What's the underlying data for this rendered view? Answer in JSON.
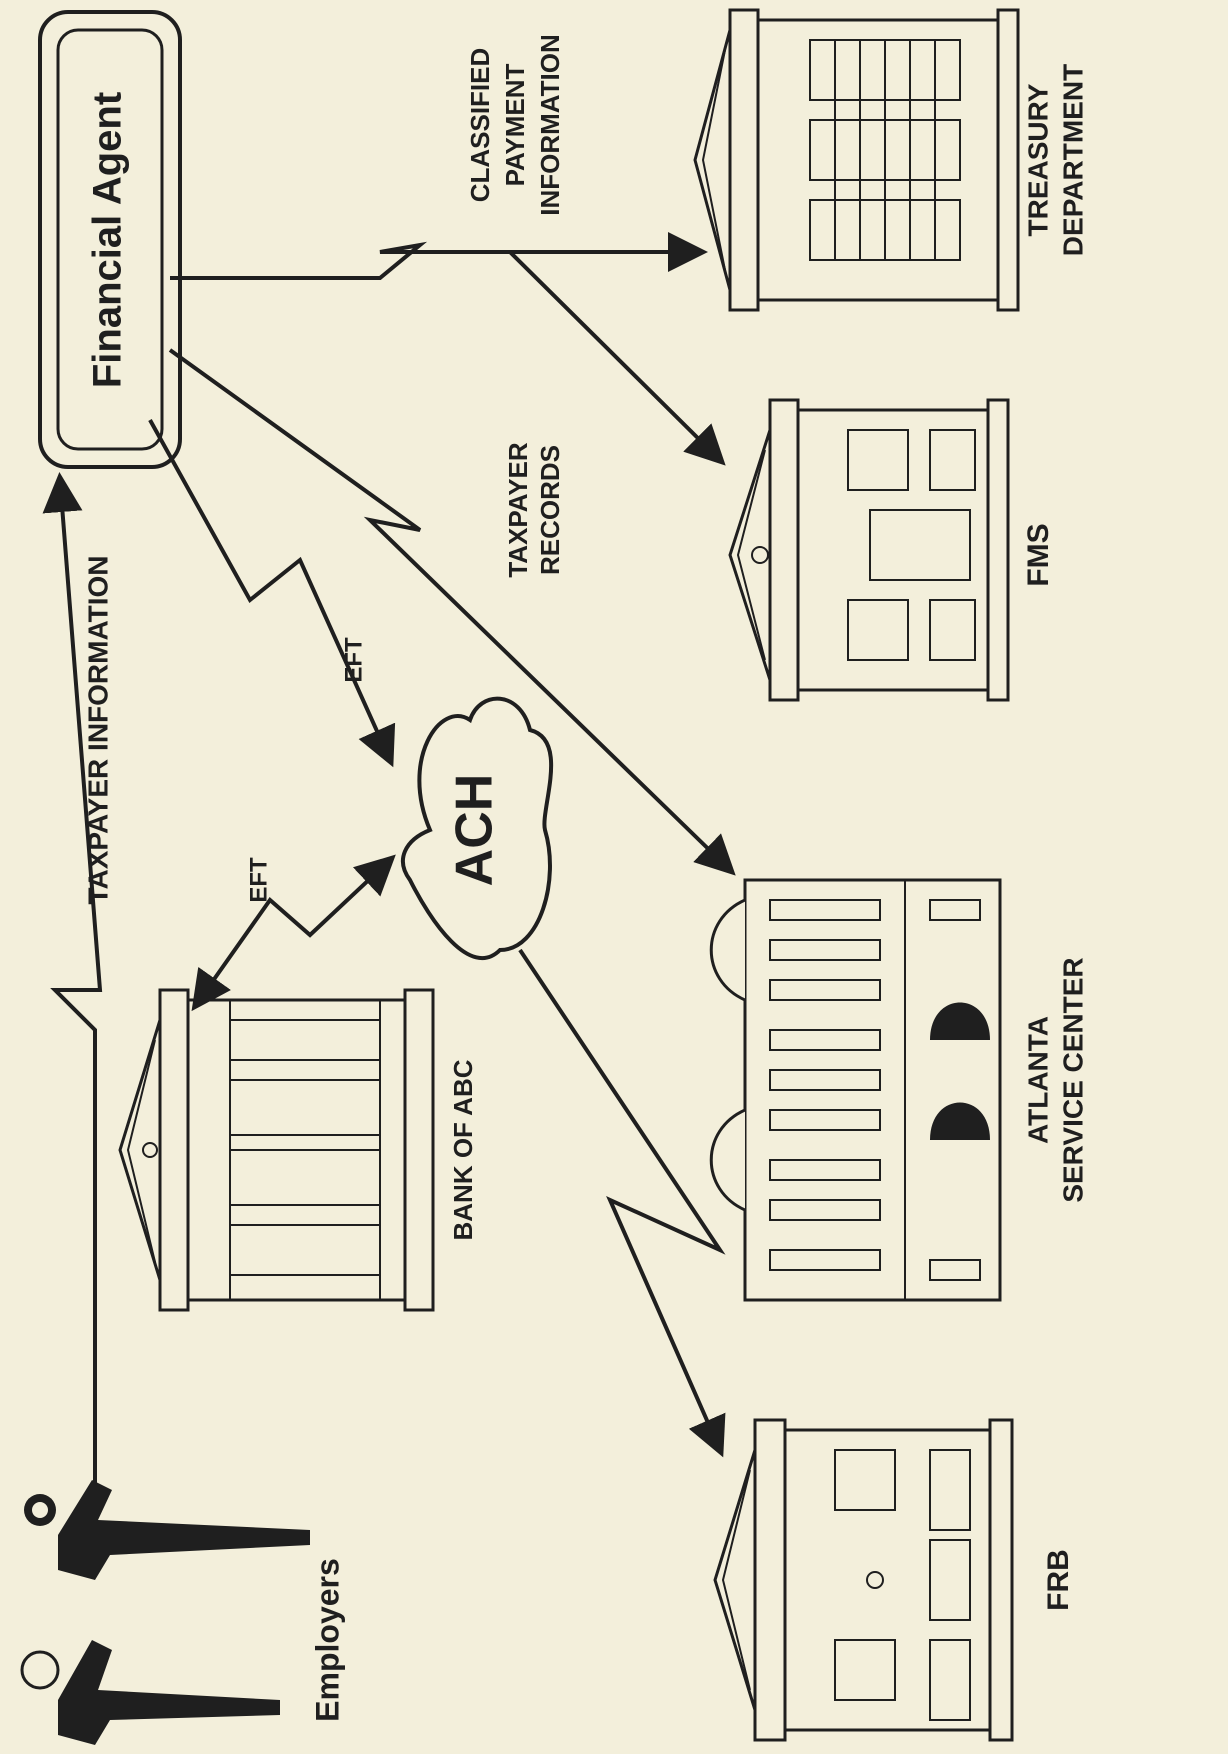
{
  "nodes": {
    "financial_agent": "Financial Agent",
    "ach": "ACH",
    "employers": "Employers",
    "bank": "BANK OF ABC",
    "frb": "FRB",
    "atlanta_line1": "ATLANTA",
    "atlanta_line2": "SERVICE CENTER",
    "fms": "FMS",
    "treasury_line1": "TREASURY",
    "treasury_line2": "DEPARTMENT"
  },
  "edges": {
    "taxpayer_information": "TAXPAYER INFORMATION",
    "eft_agent_ach": "EFT",
    "eft_bank_ach": "EFT",
    "taxpayer_records_line1": "TAXPAYER",
    "taxpayer_records_line2": "RECORDS",
    "classified_line1": "CLASSIFIED",
    "classified_line2": "PAYMENT",
    "classified_line3": "INFORMATION"
  },
  "colors": {
    "background": "#f3efdb",
    "ink": "#1f1f1f"
  }
}
